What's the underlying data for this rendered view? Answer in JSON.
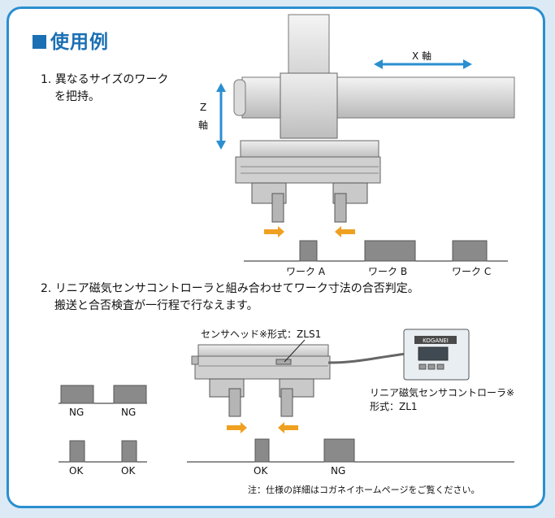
{
  "heading": {
    "title": "使用例"
  },
  "step1": {
    "number": "1.",
    "line1": "異なるサイズのワーク",
    "line2": "を把持。"
  },
  "axes": {
    "x_label": "X 軸",
    "z_label_1": "Z",
    "z_label_2": "軸"
  },
  "works": [
    "ワーク A",
    "ワーク B",
    "ワーク C"
  ],
  "step2": {
    "number": "2.",
    "line1": "リニア磁気センサコントローラと組み合わせてワーク寸法の合否判定。",
    "line2": "搬送と合否検査が一行程で行なえます。"
  },
  "sensor_head_label": "センサヘッド※形式：ZLS1",
  "controller_label": {
    "line1": "リニア磁気センサコントローラ※",
    "line2": "形式：ZL1"
  },
  "controller_brand": "KOGANEI",
  "judgements": {
    "ng_left": [
      "NG",
      "NG"
    ],
    "ok_left": [
      "OK",
      "OK"
    ],
    "bottom": [
      "OK",
      "NG"
    ]
  },
  "note": "注：仕様の詳細はコガネイホームページをご覧ください。",
  "colors": {
    "accent_blue": "#2a8fd0",
    "heading_blue": "#1b6fb3",
    "arrow_orange": "#f0a020",
    "work_gray": "#8a8a8a"
  }
}
